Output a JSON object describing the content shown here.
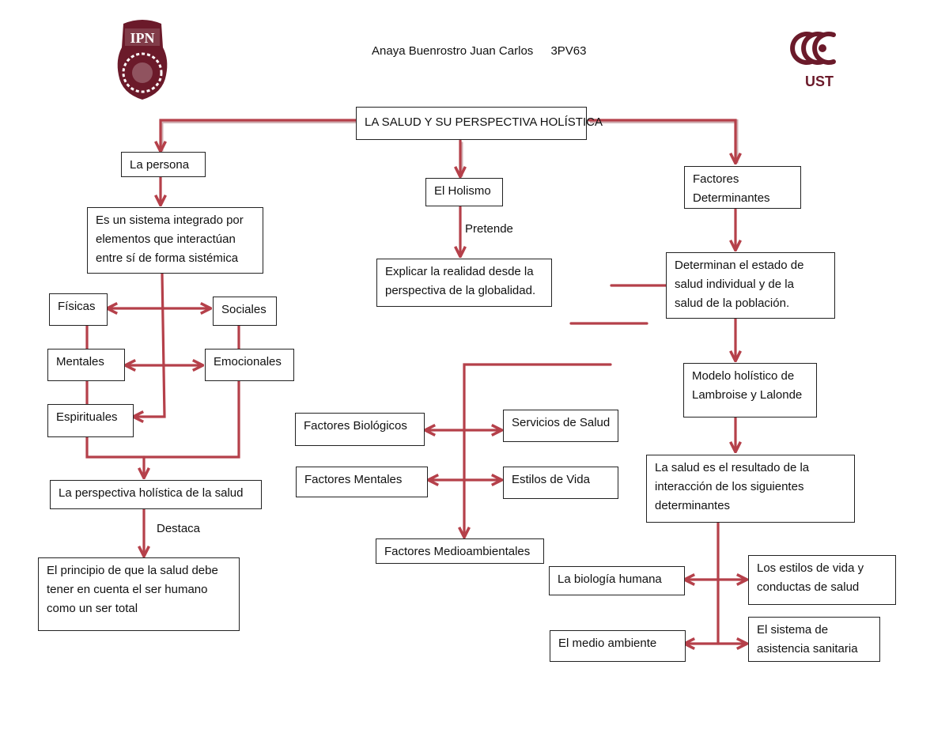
{
  "header": {
    "author": "Anaya Buenrostro Juan Carlos",
    "group": "3PV63",
    "logo_left": "IPN",
    "logo_right": "UST"
  },
  "colors": {
    "arrow": "#b5404a",
    "arrow_shadow": "#7a1f28",
    "logo": "#6b1a2a"
  },
  "root": "LA SALUD Y SU PERSPECTIVA HOLÍSTICA",
  "left": {
    "persona": "La persona",
    "sistema": [
      "Es un sistema integrado por",
      "elementos que interactúan",
      "entre sí de forma sistémica"
    ],
    "fisicas": "Físicas",
    "sociales": "Sociales",
    "mentales": "Mentales",
    "emocionales": "Emocionales",
    "espirituales": "Espirituales",
    "perspectiva": "La perspectiva holística de la salud",
    "destaca": "Destaca",
    "principio": [
      "El principio de que la salud debe",
      "tener en cuenta el ser humano",
      "como un ser total"
    ]
  },
  "center": {
    "holismo": "El Holismo",
    "pretende": "Pretende",
    "explicar": [
      "Explicar la realidad desde la",
      "perspectiva de la globalidad."
    ],
    "biologicos": "Factores Biológicos",
    "servicios": "Servicios de Salud",
    "mentales": "Factores Mentales",
    "estilos": "Estilos de Vida",
    "medioambientales": "Factores Medioambientales"
  },
  "right": {
    "factores": [
      "Factores",
      "Determinantes"
    ],
    "determinan": [
      "Determinan el estado de",
      "salud individual y de la",
      "salud de la población."
    ],
    "modelo": [
      "Modelo holístico de",
      "Lambroise y Lalonde"
    ],
    "resultado": [
      "La salud es el resultado de la",
      "interacción de los siguientes",
      "determinantes"
    ],
    "biologia": "La biología humana",
    "estilos": [
      "Los estilos de vida y",
      "conductas de salud"
    ],
    "medio": "El medio ambiente",
    "sistema": [
      "El sistema de",
      "asistencia sanitaria"
    ]
  }
}
